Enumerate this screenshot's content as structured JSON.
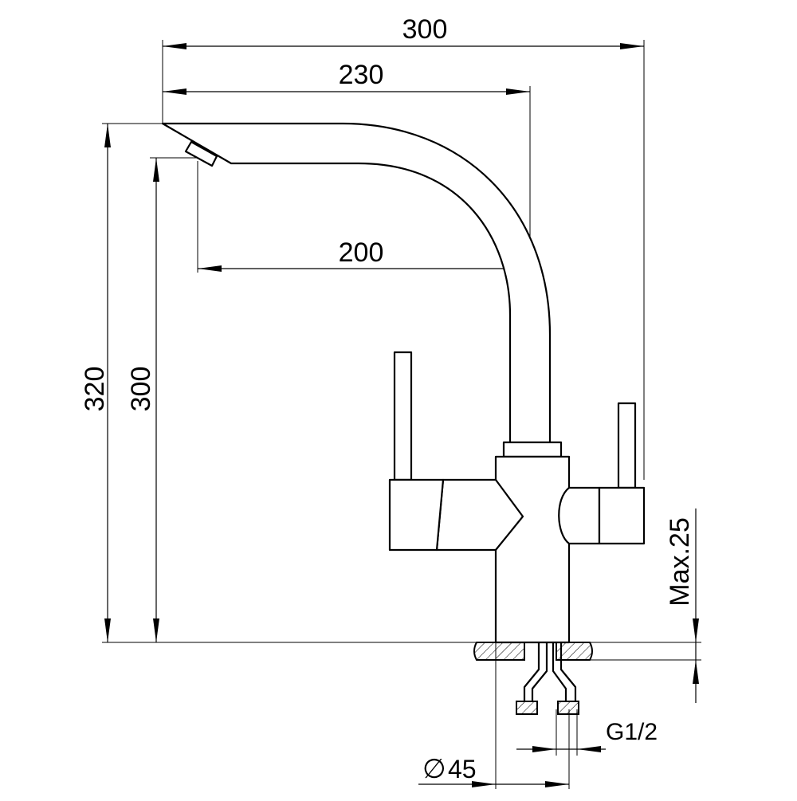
{
  "dimensions": {
    "overall_width": "300",
    "spout_reach": "230",
    "outlet_reach": "200",
    "total_height": "320",
    "outlet_height": "300",
    "max_thickness": "Max.25",
    "thread": "G1/2",
    "base_diameter": "45",
    "diameter_symbol": "∅"
  },
  "colors": {
    "line": "#000000",
    "background": "#ffffff"
  }
}
